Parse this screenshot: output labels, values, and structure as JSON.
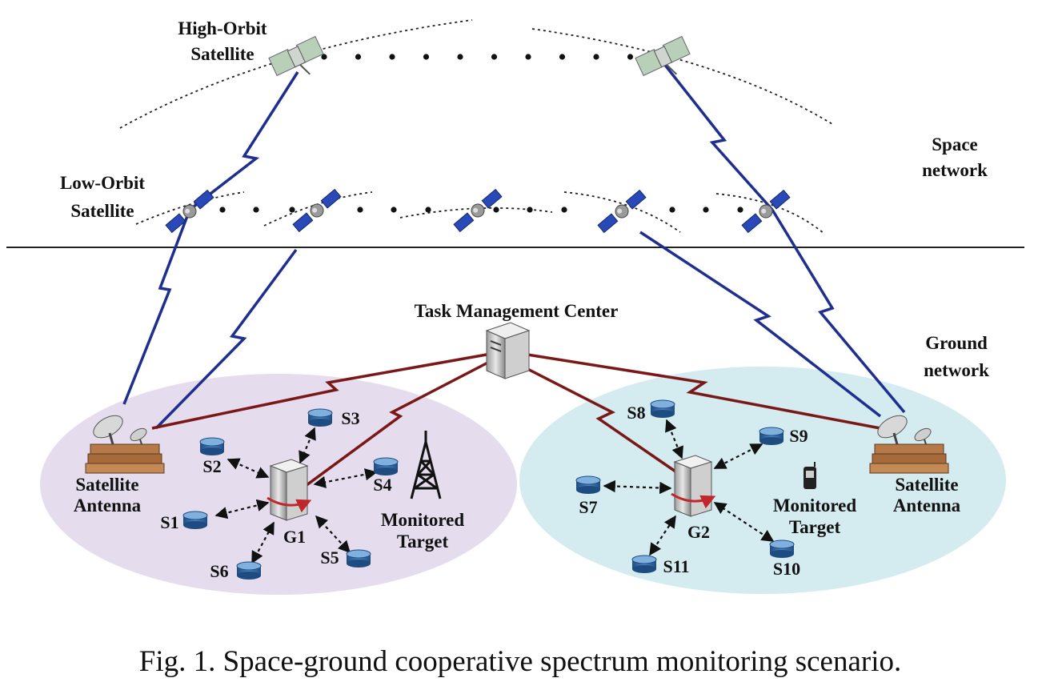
{
  "caption": "Fig. 1.  Space-ground cooperative spectrum monitoring scenario.",
  "labels": {
    "high_orbit": [
      "High-Orbit",
      "Satellite"
    ],
    "low_orbit": [
      "Low-Orbit",
      "Satellite"
    ],
    "space_network": [
      "Space",
      "network"
    ],
    "ground_network": [
      "Ground",
      "network"
    ],
    "task_center": "Task Management Center",
    "antenna_left": [
      "Satellite",
      "Antenna"
    ],
    "antenna_right": [
      "Satellite",
      "Antenna"
    ],
    "target_left": [
      "Monitored",
      "Target"
    ],
    "target_right": [
      "Monitored",
      "Target"
    ]
  },
  "gateways": {
    "g1": "G1",
    "g2": "G2"
  },
  "sensors": {
    "s1": "S1",
    "s2": "S2",
    "s3": "S3",
    "s4": "S4",
    "s5": "S5",
    "s6": "S6",
    "s7": "S7",
    "s8": "S8",
    "s9": "S9",
    "s10": "S10",
    "s11": "S11"
  },
  "colors": {
    "satellite_link": "#1f2f8f",
    "ground_link": "#7a1818",
    "left_region": "#e5dded",
    "right_region": "#d4ebf0",
    "sensor": "#3a6fa8",
    "local_link_arrow": "#c0262a"
  }
}
